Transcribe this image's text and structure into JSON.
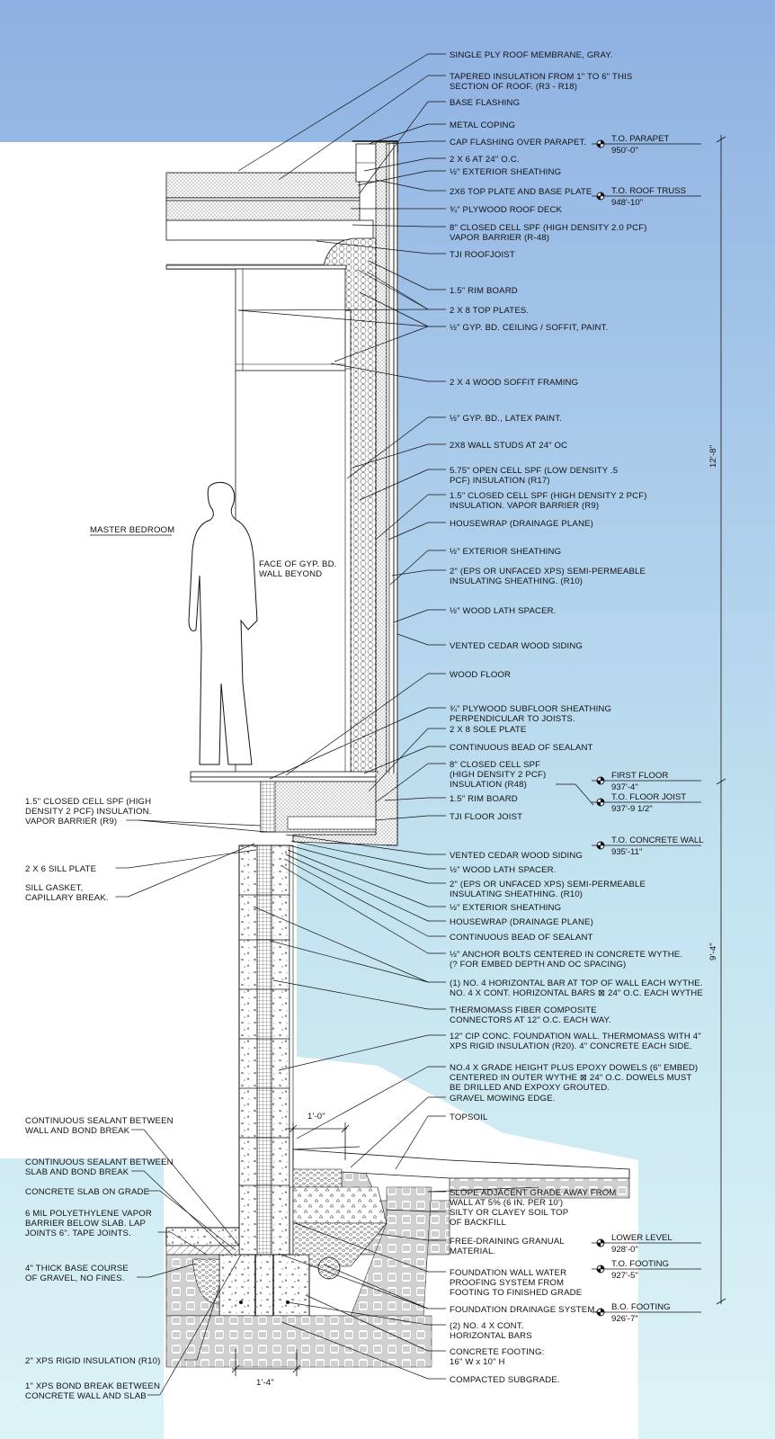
{
  "room_label": "MASTER BEDROOM",
  "face_note": [
    "FACE OF GYP. BD.",
    "WALL BEYOND"
  ],
  "right_labels": [
    [
      "SINGLE PLY ROOF MEMBRANE, GRAY."
    ],
    [
      "TAPERED INSULATION FROM 1\" TO 6\" THIS",
      "SECTION OF ROOF.  (R3 - R18)"
    ],
    [
      "BASE FLASHING"
    ],
    [
      "METAL COPING"
    ],
    [
      "CAP FLASHING OVER PARAPET."
    ],
    [
      "2 X 6 AT 24\" O.C."
    ],
    [
      "½\" EXTERIOR SHEATHING"
    ],
    [
      "2X6 TOP PLATE AND BASE PLATE"
    ],
    [
      "¾\" PLYWOOD ROOF DECK"
    ],
    [
      "8\" CLOSED CELL SPF (HIGH DENSITY 2.0 PCF)",
      "VAPOR BARRIER (R-48)"
    ],
    [
      "TJI ROOFJOIST"
    ],
    [
      "1.5\" RIM BOARD"
    ],
    [
      "2 X 8 TOP PLATES."
    ],
    [
      "½\" GYP. BD. CEILING / SOFFIT, PAINT."
    ],
    [
      "2 X 4 WOOD SOFFIT FRAMING"
    ],
    [
      "½\" GYP. BD., LATEX PAINT."
    ],
    [
      "2X8 WALL STUDS AT 24\" OC"
    ],
    [
      "5.75\" OPEN CELL SPF (LOW DENSITY .5",
      "PCF) INSULATION (R17)"
    ],
    [
      "1.5\" CLOSED CELL SPF (HIGH DENSITY 2 PCF)",
      "INSULATION.  VAPOR BARRIER (R9)"
    ],
    [
      "HOUSEWRAP (DRAINAGE PLANE)"
    ],
    [
      "½\" EXTERIOR SHEATHING"
    ],
    [
      "2\" (EPS OR UNFACED XPS) SEMI-PERMEABLE",
      "INSULATING SHEATHING. (R10)"
    ],
    [
      "½\" WOOD LATH SPACER."
    ],
    [
      "VENTED CEDAR WOOD SIDING"
    ],
    [
      "WOOD FLOOR"
    ],
    [
      "¾\" PLYWOOD SUBFLOOR SHEATHING",
      "PERPENDICULAR TO JOISTS."
    ],
    [
      "2 X 8 SOLE PLATE"
    ],
    [
      "CONTINUOUS BEAD OF SEALANT"
    ],
    [
      "8\" CLOSED CELL SPF",
      "(HIGH DENSITY 2 PCF)",
      "INSULATION (R48)"
    ],
    [
      "1.5\" RIM BOARD"
    ],
    [
      "TJI FLOOR JOIST"
    ],
    [
      "VENTED CEDAR WOOD SIDING"
    ],
    [
      "½\" WOOD LATH SPACER."
    ],
    [
      "2\" (EPS OR UNFACED XPS) SEMI-PERMEABLE",
      "INSULATING SHEATHING. (R10)"
    ],
    [
      "½\" EXTERIOR SHEATHING"
    ],
    [
      "HOUSEWRAP (DRAINAGE PLANE)"
    ],
    [
      "CONTINUOUS BEAD OF SEALANT"
    ],
    [
      "½\" ANCHOR BOLTS CENTERED IN CONCRETE WYTHE.",
      "(? FOR EMBED DEPTH AND OC SPACING)"
    ],
    [
      "(1) NO. 4 HORIZONTAL BAR AT TOP OF WALL EACH WYTHE.",
      "NO. 4 X CONT. HORIZONTAL BARS ⊠ 24\" O.C. EACH WYTHE"
    ],
    [
      "THERMOMASS FIBER COMPOSITE",
      "CONNECTORS AT 12\" O.C. EACH WAY."
    ],
    [
      "12\" CIP CONC. FOUNDATION WALL.  THERMOMASS WITH 4\"",
      "XPS RIGID INSULATION (R20).  4\" CONCRETE EACH SIDE."
    ],
    [
      "NO.4 X GRADE HEIGHT PLUS EPOXY DOWELS (6\" EMBED)",
      "CENTERED IN OUTER WYTHE ⊠ 24\" O.C.  DOWELS MUST",
      "BE DRILLED AND EXPOXY GROUTED."
    ],
    [
      "GRAVEL MOWING EDGE."
    ],
    [
      "TOPSOIL"
    ],
    [
      "SLOPE ADJACENT GRADE AWAY FROM",
      "WALL AT 5% (6 IN. PER 10')"
    ],
    [
      "SILTY OR CLAYEY SOIL TOP",
      "OF BACKFILL"
    ],
    [
      "FREE-DRAINING GRANUAL",
      "MATERIAL."
    ],
    [
      "FOUNDATION WALL WATER",
      "PROOFING SYSTEM FROM",
      "FOOTING TO FINISHED GRADE"
    ],
    [
      "FOUNDATION DRAINAGE SYSTEM."
    ],
    [
      "(2) NO. 4 X CONT.",
      "HORIZONTAL BARS"
    ],
    [
      "CONCRETE FOOTING:",
      "16\" W x 10\" H"
    ],
    [
      "COMPACTED SUBGRADE."
    ]
  ],
  "left_labels": [
    [
      "1.5\" CLOSED CELL SPF (HIGH",
      "DENSITY 2 PCF) INSULATION.",
      "VAPOR BARRIER (R9)"
    ],
    [
      "2 X 6 SILL PLATE"
    ],
    [
      "SILL GASKET,",
      "CAPILLARY BREAK."
    ],
    [
      "CONTINUOUS SEALANT BETWEEN",
      "WALL AND BOND BREAK"
    ],
    [
      "CONTINUOUS SEALANT BETWEEN",
      "SLAB AND BOND BREAK"
    ],
    [
      "CONCRETE SLAB ON GRADE"
    ],
    [
      "6 MIL POLYETHYLENE VAPOR",
      "BARRIER BELOW SLAB.  LAP",
      "JOINTS 6\".  TAPE JOINTS."
    ],
    [
      "4\" THICK BASE COURSE",
      "OF GRAVEL, NO FINES."
    ],
    [
      "2\" XPS RIGID INSULATION (R10)"
    ],
    [
      "1\" XPS BOND BREAK BETWEEN",
      "CONCRETE WALL AND SLAB"
    ]
  ],
  "elevations": [
    {
      "name": "T.O. PARAPET",
      "value": "950'-0\""
    },
    {
      "name": "T.O. ROOF TRUSS",
      "value": "948'-10\""
    },
    {
      "name": "FIRST FLOOR",
      "value": "937'-4\""
    },
    {
      "name": "T.O. FLOOR JOIST",
      "value": "937'-9 1/2\""
    },
    {
      "name": "T.O. CONCRETE WALL",
      "value": "935'-11\""
    },
    {
      "name": "LOWER LEVEL",
      "value": "928'-0\""
    },
    {
      "name": "T.O. FOOTING",
      "value": "927'-5\""
    },
    {
      "name": "B.O. FOOTING",
      "value": "926'-7\""
    }
  ],
  "dimensions": {
    "upper_height": "12'-8\"",
    "lower_height": "9'-4\"",
    "mowing_edge_width": "1'-0\"",
    "footing_width": "1'-4\""
  },
  "colors": {
    "sky_top": "#8eb0e2",
    "sky_bottom": "#d8f2f5",
    "line": "#111111"
  }
}
